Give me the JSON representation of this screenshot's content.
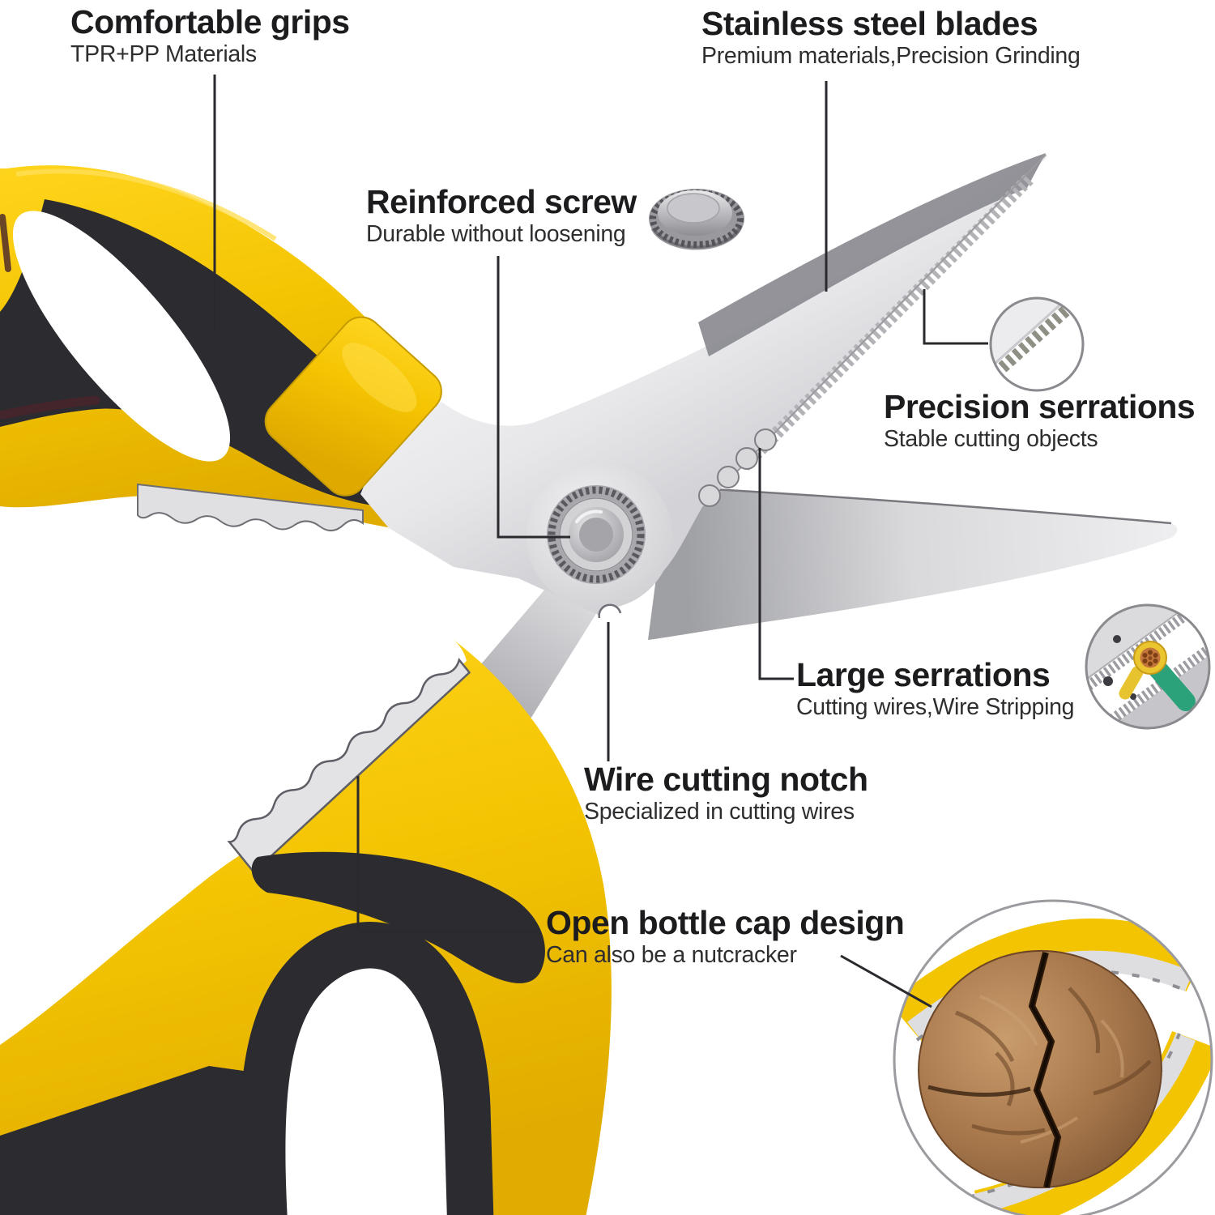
{
  "figure": {
    "kind": "annotated-product-diagram",
    "subject": "kitchen scissors with yellow and black handles, open blades"
  },
  "annotations": {
    "comfortable_grips": {
      "title": "Comfortable grips",
      "subtitle": "TPR+PP Materials"
    },
    "stainless_steel_blades": {
      "title": "Stainless steel blades",
      "subtitle": "Premium materials,Precision Grinding"
    },
    "reinforced_screw": {
      "title": "Reinforced screw",
      "subtitle": "Durable without loosening"
    },
    "precision_serrations": {
      "title": "Precision serrations",
      "subtitle": "Stable cutting objects"
    },
    "large_serrations": {
      "title": "Large serrations",
      "subtitle": "Cutting wires,Wire Stripping"
    },
    "wire_cutting_notch": {
      "title": "Wire cutting notch",
      "subtitle": "Specialized in cutting wires"
    },
    "open_bottle_cap_design": {
      "title": "Open bottle cap design",
      "subtitle": "Can also be a nutcracker"
    }
  },
  "colors": {
    "background": "#FFFFFF",
    "handle_yellow": "#F3C402",
    "grip_black": "#2B2B30",
    "grip_maroon": "#4A252C",
    "blade_silver": "#E9E9EC",
    "blade_bevel_gray": "#8A8A90",
    "title_text": "#1C1C1E",
    "subtitle_text": "#2E2E31",
    "leader_line": "#2A2A2E",
    "wire_insulation_yellow": "#EBC52F",
    "wire_sheath_green": "#2BA279",
    "wire_copper": "#C4763A",
    "walnut_brown": "#A5754A"
  }
}
